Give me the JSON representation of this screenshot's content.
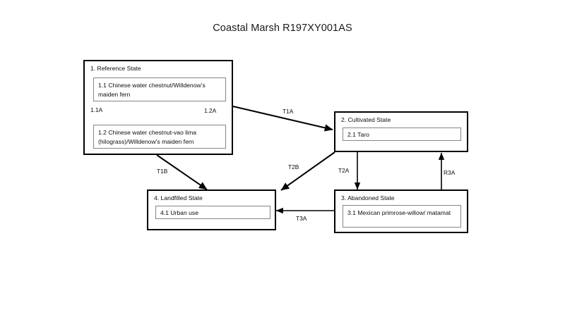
{
  "title": "Coastal Marsh R197XY001AS",
  "states": [
    {
      "id": "reference",
      "title": "1.  Reference State",
      "phases": [
        {
          "id": "1.1",
          "label": "1.1  Chinese water chestnut/Willdenow’s maiden fern"
        },
        {
          "id": "1.2",
          "label": "1.2  Chinese water chestnut-vao lima (hilograss)/Willdenow’s maiden fern"
        }
      ]
    },
    {
      "id": "cultivated",
      "title": "2. Cultivated State",
      "phases": [
        {
          "id": "2.1",
          "label": "2.1 Taro"
        }
      ]
    },
    {
      "id": "abandoned",
      "title": "3. Abandoned State",
      "phases": [
        {
          "id": "3.1",
          "label": "3.1 Mexican primrose-willow/ matamat"
        }
      ]
    },
    {
      "id": "landfilled",
      "title": "4. Landfilled State",
      "phases": [
        {
          "id": "4.1",
          "label": "4.1 Urban use"
        }
      ]
    }
  ],
  "transitions": [
    {
      "code": "1.1A",
      "from": "1.1",
      "to": "1.2",
      "kind": "community-pathway"
    },
    {
      "code": "1.2A",
      "from": "1.2",
      "to": "1.1",
      "kind": "community-pathway"
    },
    {
      "code": "T1A",
      "from": "reference",
      "to": "cultivated",
      "kind": "transition"
    },
    {
      "code": "T1B",
      "from": "reference",
      "to": "landfilled",
      "kind": "transition"
    },
    {
      "code": "T2A",
      "from": "cultivated",
      "to": "abandoned",
      "kind": "transition"
    },
    {
      "code": "T2B",
      "from": "cultivated",
      "to": "landfilled",
      "kind": "transition"
    },
    {
      "code": "T3A",
      "from": "abandoned",
      "to": "landfilled",
      "kind": "transition"
    },
    {
      "code": "R3A",
      "from": "abandoned",
      "to": "cultivated",
      "kind": "restoration"
    }
  ],
  "colors": {
    "state_border": "#000000",
    "phase_border": "#868686",
    "arrow": "#000000",
    "text": "#0d0d0d",
    "background": "#ffffff"
  }
}
